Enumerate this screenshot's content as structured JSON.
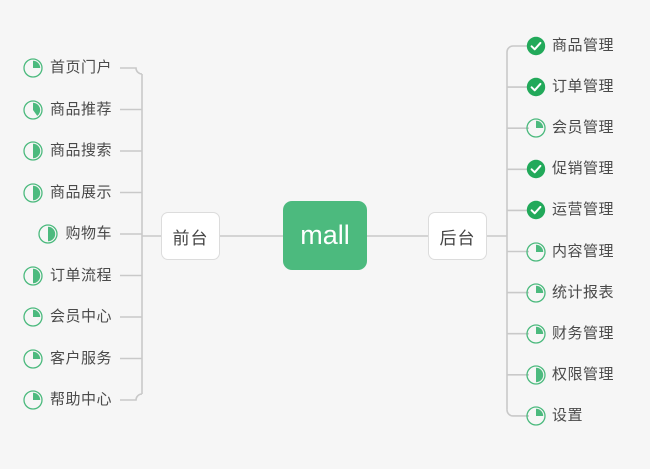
{
  "diagram": {
    "type": "mind-map",
    "background_color": "#f6f6f6",
    "accent_color": "#4cba7e",
    "check_color": "#22a95a",
    "ring_color": "#4cba7e",
    "text_color": "#4a4a4a",
    "line_color": "#c9c9c9",
    "root": {
      "label": "mall",
      "style": "filled-green"
    },
    "branches": [
      {
        "name": "frontend",
        "label": "前台",
        "side": "left"
      },
      {
        "name": "backend",
        "label": "后台",
        "side": "right"
      }
    ]
  },
  "frontend_items": [
    {
      "label": "首页门户",
      "icon": "pie-progress-icon",
      "progress": 25
    },
    {
      "label": "商品推荐",
      "icon": "pie-progress-icon",
      "progress": 40
    },
    {
      "label": "商品搜索",
      "icon": "pie-progress-icon",
      "progress": 50
    },
    {
      "label": "商品展示",
      "icon": "pie-progress-icon",
      "progress": 50
    },
    {
      "label": "购物车",
      "icon": "pie-progress-icon",
      "progress": 50
    },
    {
      "label": "订单流程",
      "icon": "pie-progress-icon",
      "progress": 50
    },
    {
      "label": "会员中心",
      "icon": "pie-progress-icon",
      "progress": 25
    },
    {
      "label": "客户服务",
      "icon": "pie-progress-icon",
      "progress": 25
    },
    {
      "label": "帮助中心",
      "icon": "pie-progress-icon",
      "progress": 25
    }
  ],
  "backend_items": [
    {
      "label": "商品管理",
      "icon": "check-circle-icon",
      "progress": 100
    },
    {
      "label": "订单管理",
      "icon": "check-circle-icon",
      "progress": 100
    },
    {
      "label": "会员管理",
      "icon": "pie-progress-icon",
      "progress": 25
    },
    {
      "label": "促销管理",
      "icon": "check-circle-icon",
      "progress": 100
    },
    {
      "label": "运营管理",
      "icon": "check-circle-icon",
      "progress": 100
    },
    {
      "label": "内容管理",
      "icon": "pie-progress-icon",
      "progress": 25
    },
    {
      "label": "统计报表",
      "icon": "pie-progress-icon",
      "progress": 25
    },
    {
      "label": "财务管理",
      "icon": "pie-progress-icon",
      "progress": 25
    },
    {
      "label": "权限管理",
      "icon": "pie-progress-icon",
      "progress": 50
    },
    {
      "label": "设置",
      "icon": "pie-progress-icon",
      "progress": 25
    }
  ]
}
